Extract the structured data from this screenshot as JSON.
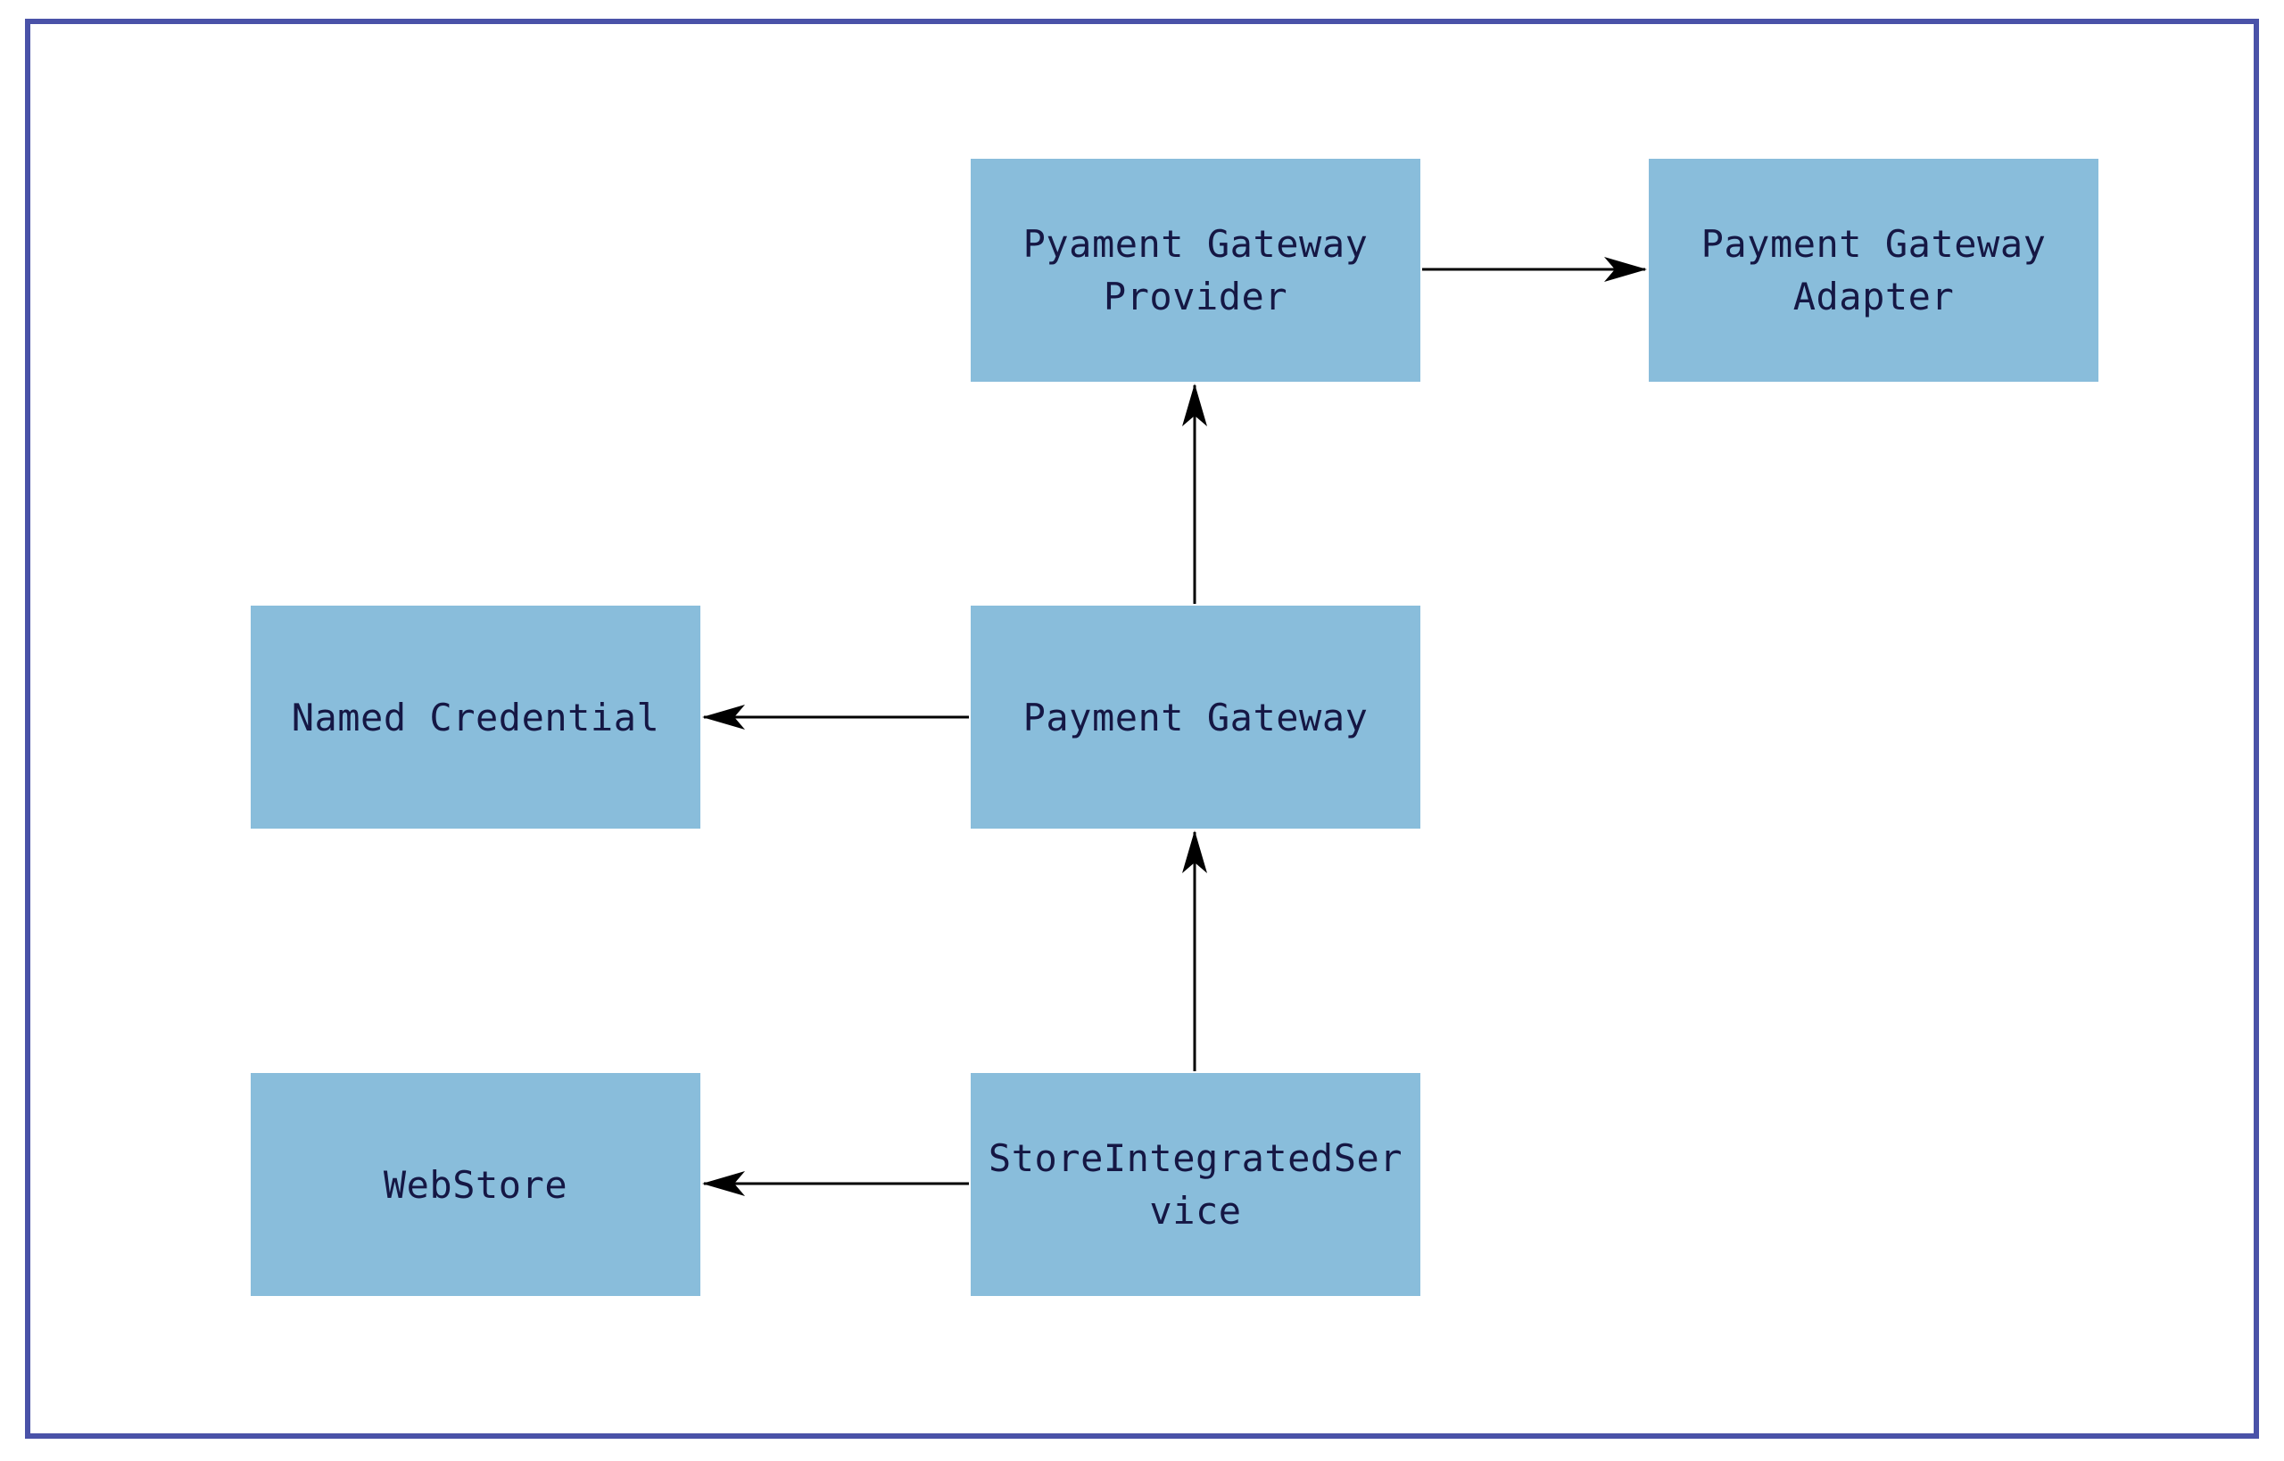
{
  "diagram": {
    "colors": {
      "frame_border": "#4a52a8",
      "node_fill": "#89bddb",
      "node_text": "#151744",
      "edge": "#000000"
    },
    "nodes": {
      "provider": {
        "label": "Pyament Gateway\nProvider"
      },
      "adapter": {
        "label": "Payment Gateway\nAdapter"
      },
      "named": {
        "label": "Named Credential"
      },
      "gateway": {
        "label": "Payment Gateway"
      },
      "webstore": {
        "label": "WebStore"
      },
      "store": {
        "label": "StoreIntegratedSer\nvice"
      }
    },
    "edges": [
      {
        "from": "provider",
        "to": "adapter"
      },
      {
        "from": "gateway",
        "to": "provider"
      },
      {
        "from": "gateway",
        "to": "named"
      },
      {
        "from": "store",
        "to": "gateway"
      },
      {
        "from": "store",
        "to": "webstore"
      }
    ]
  }
}
